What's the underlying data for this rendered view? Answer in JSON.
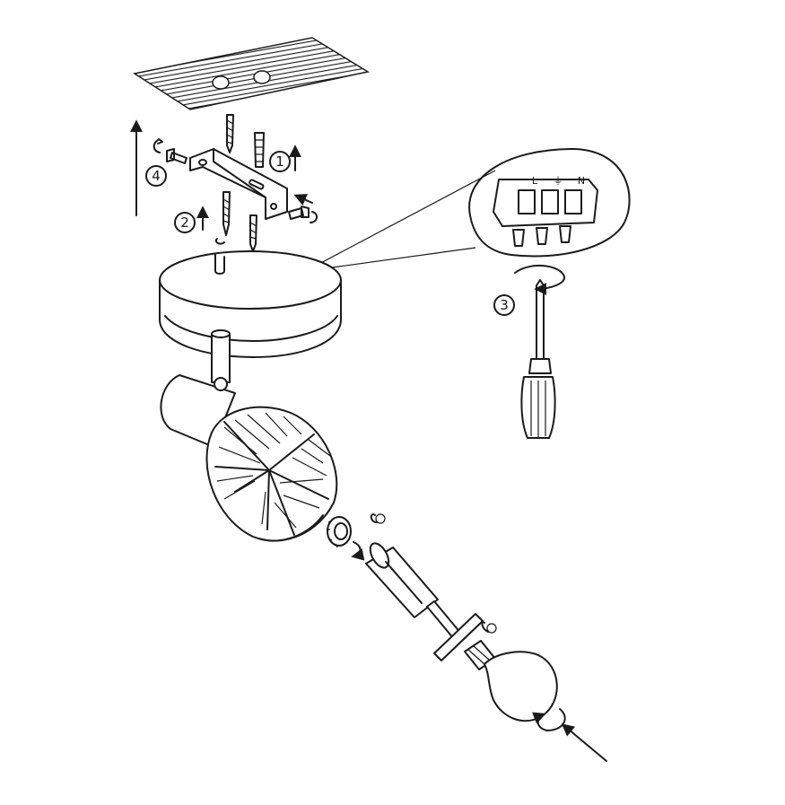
{
  "steps": [
    {
      "id": "1",
      "label": "1"
    },
    {
      "id": "2",
      "label": "2"
    },
    {
      "id": "3",
      "label": "3"
    },
    {
      "id": "4",
      "label": "4"
    }
  ],
  "terminals": [
    {
      "label": "L"
    },
    {
      "label": "⏚"
    },
    {
      "label": "N"
    }
  ],
  "icons": [
    "ceiling-plate",
    "wall-plug",
    "screw",
    "mounting-bracket",
    "screwdriver",
    "terminal-block",
    "canopy",
    "spotlight-head",
    "lamp-socket",
    "light-bulb",
    "rotate-arrow",
    "direction-arrow"
  ]
}
